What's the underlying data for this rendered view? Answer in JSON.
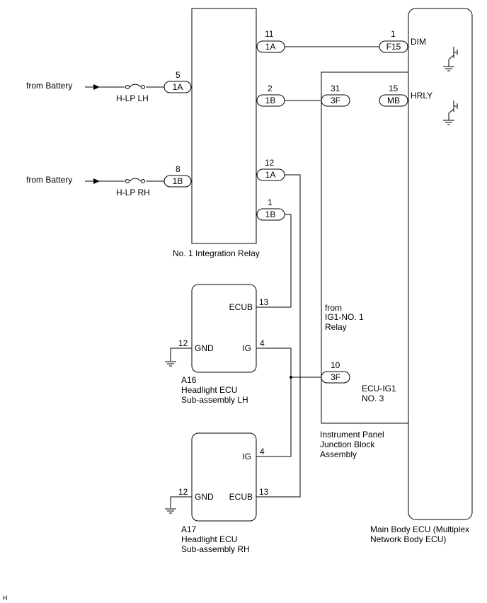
{
  "components": {
    "relay": {
      "label": "No. 1 Integration Relay"
    },
    "main_ecu": {
      "label_line1": "Main Body ECU (Multiplex",
      "label_line2": "Network Body ECU)"
    },
    "junction_block": {
      "label_line1": "Instrument Panel",
      "label_line2": "Junction Block",
      "label_line3": "Assembly"
    },
    "ecu_lh": {
      "code": "A16",
      "label_line1": "Headlight ECU",
      "label_line2": "Sub-assembly LH",
      "pin_ecub": "ECUB",
      "pin_ig": "IG",
      "pin_gnd": "GND"
    },
    "ecu_rh": {
      "code": "A17",
      "label_line1": "Headlight ECU",
      "label_line2": "Sub-assembly RH",
      "pin_ecub": "ECUB",
      "pin_ig": "IG",
      "pin_gnd": "GND"
    }
  },
  "sources": {
    "battery_1": "from Battery",
    "battery_2": "from Battery",
    "ig1_line1": "from",
    "ig1_line2": "IG1-NO. 1",
    "ig1_line3": "Relay"
  },
  "fuses": {
    "hlp_lh": "H-LP LH",
    "hlp_rh": "H-LP RH",
    "ecu_ig1_line1": "ECU-IG1",
    "ecu_ig1_line2": "NO. 3"
  },
  "signals": {
    "dim": "DIM",
    "hrly": "HRLY"
  },
  "connectors": {
    "relay_in_lh": {
      "pin": "5",
      "code": "1A"
    },
    "relay_in_rh": {
      "pin": "8",
      "code": "1B"
    },
    "relay_out_11": {
      "pin": "11",
      "code": "1A"
    },
    "relay_out_2": {
      "pin": "2",
      "code": "1B"
    },
    "relay_out_12": {
      "pin": "12",
      "code": "1A"
    },
    "relay_out_1": {
      "pin": "1",
      "code": "1B"
    },
    "ecu_f15": {
      "pin": "1",
      "code": "F15"
    },
    "jb_3f_31": {
      "pin": "31",
      "code": "3F"
    },
    "ecu_mb": {
      "pin": "15",
      "code": "MB"
    },
    "jb_3f_10": {
      "pin": "10",
      "code": "3F"
    }
  },
  "pins": {
    "lh_ecub": "13",
    "lh_ig": "4",
    "lh_gnd": "12",
    "rh_ig": "4",
    "rh_ecub": "13",
    "rh_gnd": "12"
  },
  "footer": {
    "mark": "H"
  }
}
